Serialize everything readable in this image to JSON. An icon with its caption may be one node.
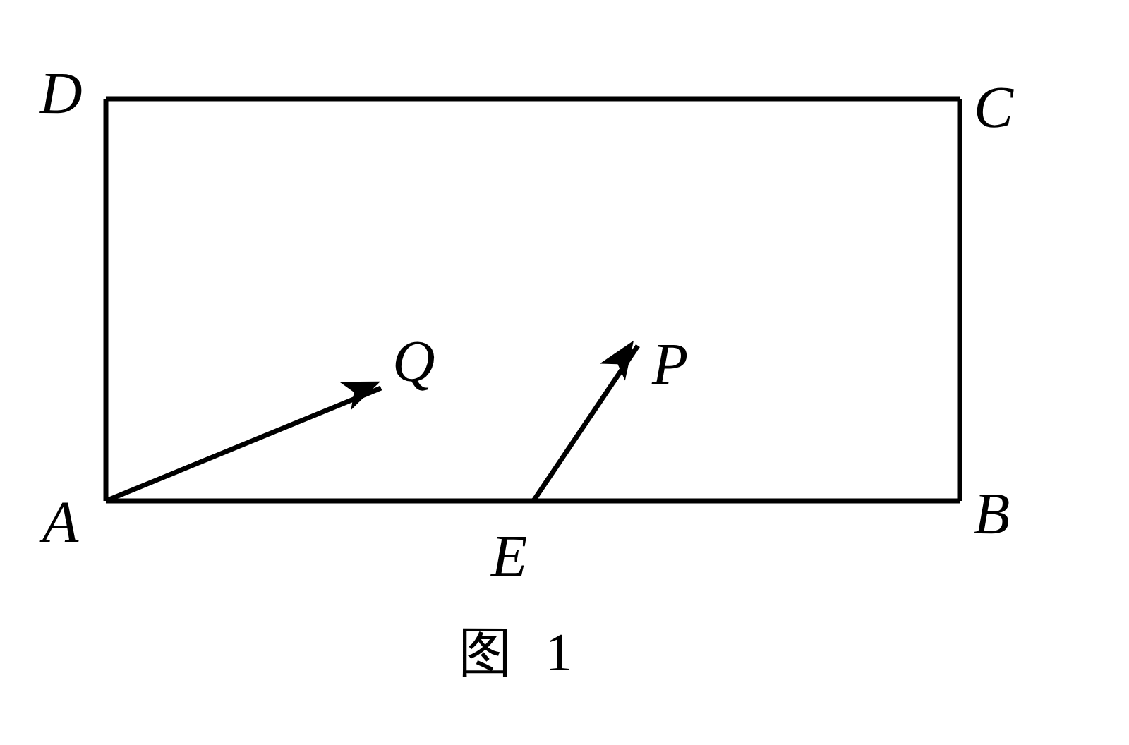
{
  "diagram": {
    "caption": "图 1",
    "nodes": [
      {
        "text": [
          "D"
        ]
      },
      {
        "text": [
          "C"
        ]
      },
      {
        "text": [
          "Q"
        ]
      },
      {
        "text": [
          "P"
        ]
      },
      {
        "text": [
          "A"
        ]
      },
      {
        "text": [
          "E"
        ]
      },
      {
        "text": [
          "B"
        ]
      }
    ],
    "edges": [
      {
        "from": 0,
        "to": 1,
        "arrow": "none"
      },
      {
        "from": 1,
        "to": 6,
        "arrow": "none"
      },
      {
        "from": 6,
        "to": 5,
        "arrow": "none"
      },
      {
        "from": 5,
        "to": 4,
        "arrow": "none"
      },
      {
        "from": 4,
        "to": 0,
        "arrow": "none"
      },
      {
        "from": 4,
        "to": 2,
        "arrow": "to"
      },
      {
        "from": 5,
        "to": 3,
        "arrow": "to"
      }
    ]
  }
}
